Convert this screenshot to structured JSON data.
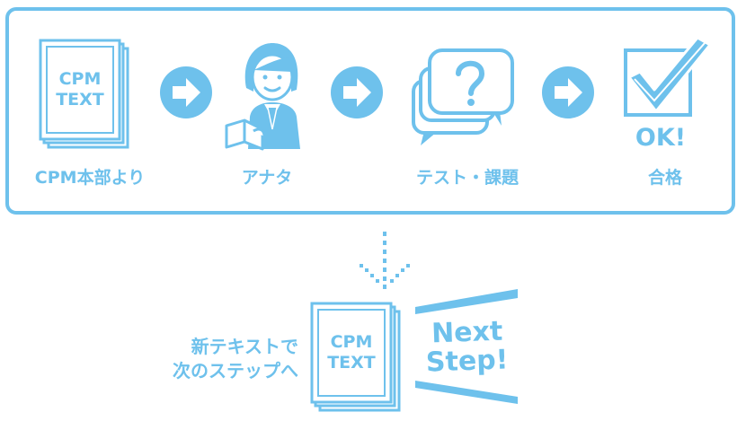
{
  "colors": {
    "accent": "#6ec1ec",
    "accent_dark": "#4aa9dc",
    "background": "#ffffff"
  },
  "flow": {
    "steps": [
      {
        "label": "CPM本部より",
        "icon": "document-stack-icon",
        "doc_line1": "CPM",
        "doc_line2": "TEXT"
      },
      {
        "label": "アナタ",
        "icon": "person-reading-icon"
      },
      {
        "label": "テスト・課題",
        "icon": "speech-bubbles-question-icon"
      },
      {
        "label": "合格",
        "icon": "checkbox-ok-icon",
        "ok_text": "OK!"
      }
    ],
    "arrow_icon": "arrow-circle-icon"
  },
  "next": {
    "down_arrow_icon": "dotted-down-arrow-icon",
    "caption_line1": "新テキストで",
    "caption_line2": "次のステップへ",
    "doc_line1": "CPM",
    "doc_line2": "TEXT",
    "banner_line1": "Next",
    "banner_line2": "Step!"
  }
}
